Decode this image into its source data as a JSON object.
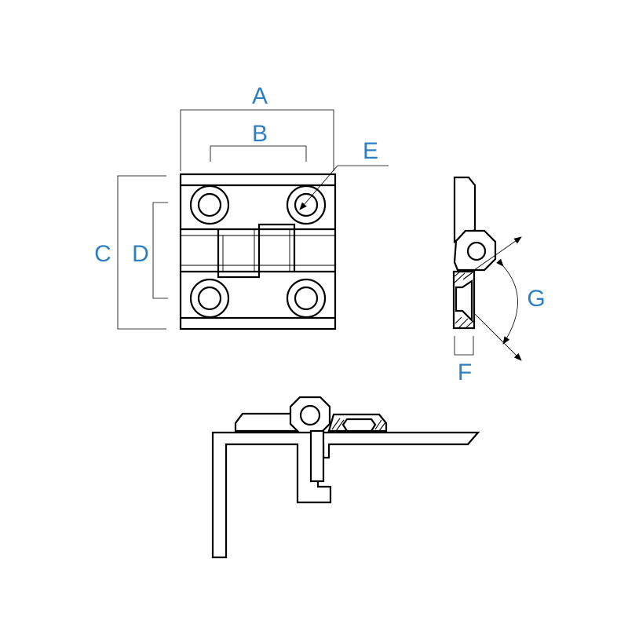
{
  "labels": {
    "a": "A",
    "b": "B",
    "c": "C",
    "d": "D",
    "e": "E",
    "f": "F",
    "g": "G"
  },
  "colors": {
    "label": "#2d7fc1",
    "line": "#000000",
    "background": "#ffffff"
  }
}
